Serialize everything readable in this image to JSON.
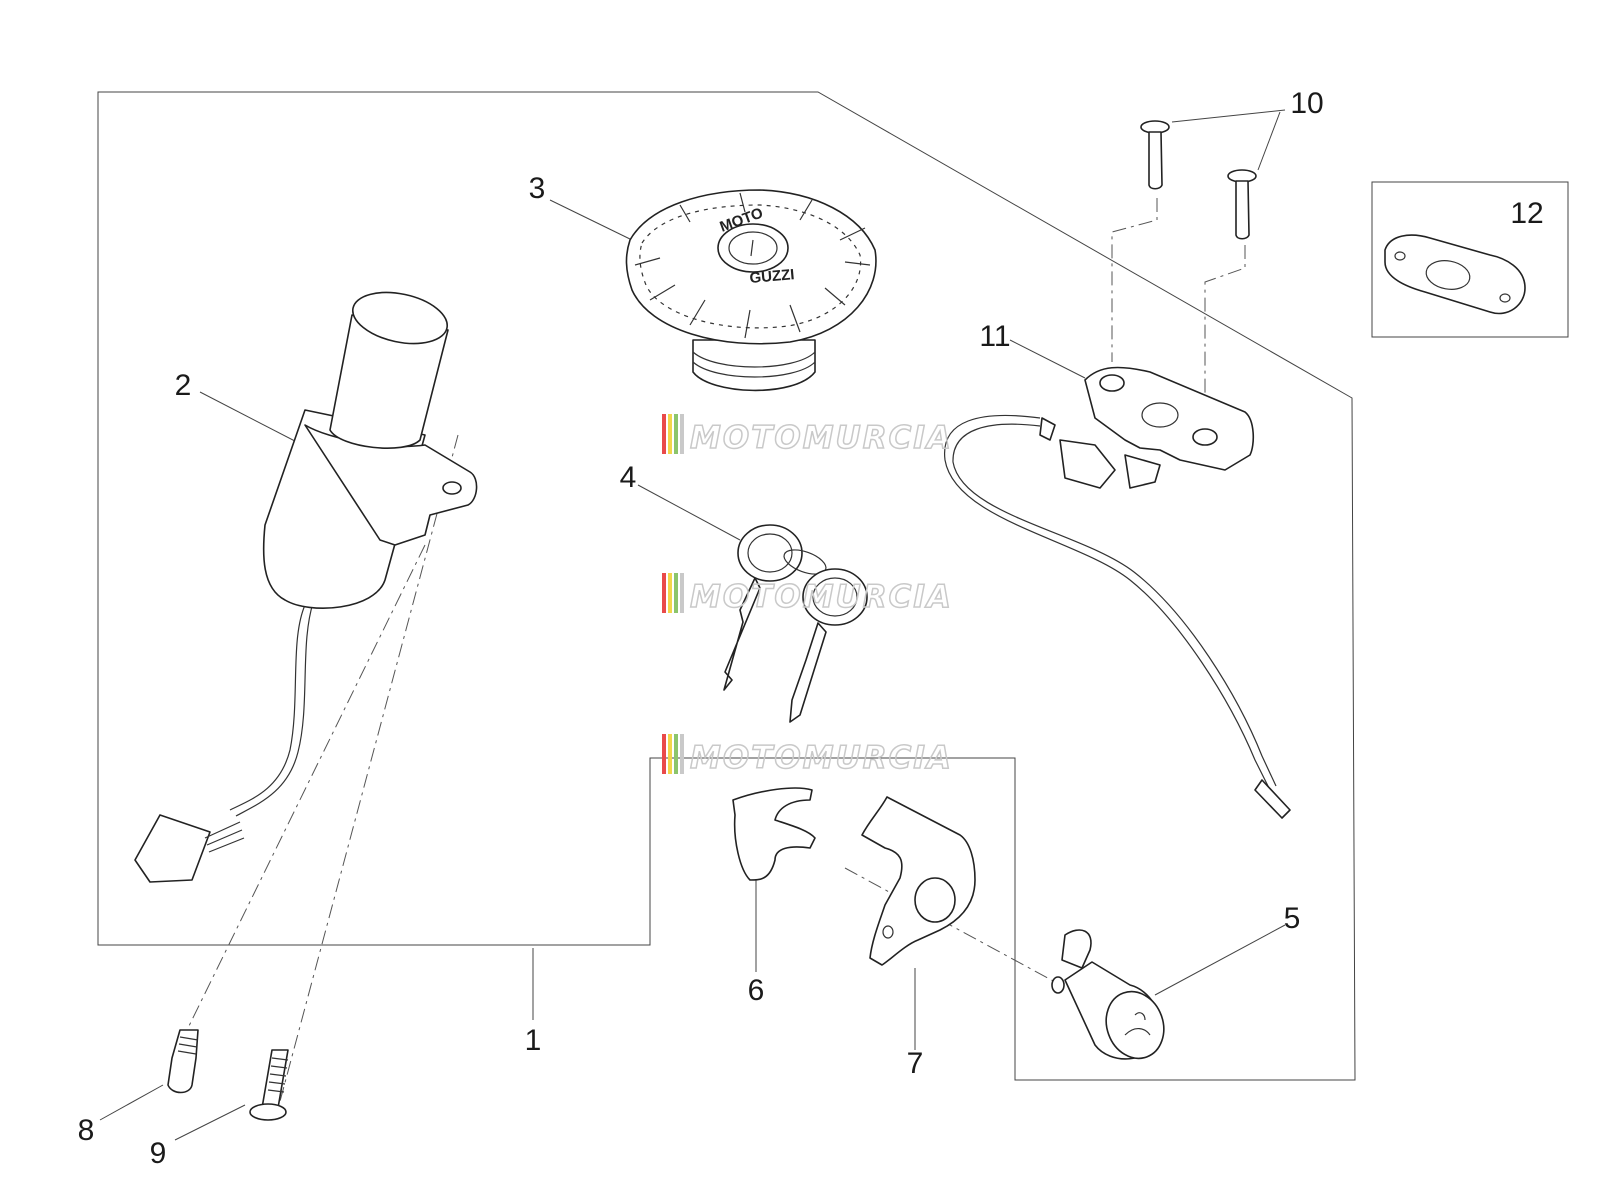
{
  "diagram": {
    "part_labels": [
      "1",
      "2",
      "3",
      "4",
      "5",
      "6",
      "7",
      "8",
      "9",
      "10",
      "11",
      "12"
    ]
  },
  "fuel_cap": {
    "logo_line_1": "MOTO",
    "logo_line_2": "GUZZI"
  },
  "watermark": {
    "text": "MOTOMURCIA",
    "stripe_colors": [
      "#e94a4a",
      "#f2d64b",
      "#8cc56b",
      "#c9c9c9"
    ]
  },
  "colors": {
    "line": "#222222",
    "background": "#ffffff"
  }
}
